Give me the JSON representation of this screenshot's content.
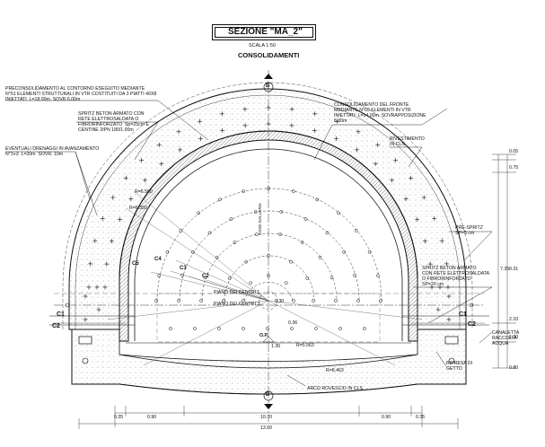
{
  "title": {
    "main": "SEZIONE \"MA_2\"",
    "scale": "SCALA 1:50",
    "subtitle": "CONSOLIDAMENTI"
  },
  "labels": {
    "preconsolidamento": "PRECONSOLIDAMENTO AL CONTORNO ESEGUITO MEDIANTE\nN°51 ELEMENTI STRUTTURALI IN VTR COSTITUITI DA 3 PIATTI 40X8\nINIETTATI  L=18.00m  SOVR.6.00m",
    "spritz_armato": "SPRITZ BETON ARMATO CON\nRETE ELETTROSALDATA O\nFIBRORINFORZATO  Sp=25cm E\nCENTINE 2IPN 180/1.00m",
    "drenaggi": "EVENTUALI DRENAGGI IN AVANZAMENTO\nN°3+3  L=20m  SOVR. 10m",
    "consolidamento_fronte": "CONSOLIDAMENTO DEL FRONTE\nMEDIANTE N°65 ELEMENTI IN VTR\nINIETTATI  L=14.00m  SOVRAPPOSIZIONE\n6.00m",
    "rivestimento": "RIVESTIMENTO\nIN CLS",
    "pre_spritz": "PRE-SPRITZ\nSP=5 cm",
    "spritz_rete": "SPRITZ BETON ARMATO\nCON RETE ELETTROSALDATA\nO FIBRORINFORZATO\nSP=20 cm",
    "canaletta": "CANALETTA\nRACCOLTA\nACQUA",
    "ripresa": "RIPRESA DI\nGETTO",
    "arco_rovescio": "ARCO ROVESCIO IN CLS",
    "asse_galleria": "ASSE GALLERIA",
    "piano_centri_1": "PIANO DEI CENTRI 1",
    "piano_centri_2": "PIANO DEI CENTRI 2",
    "c1": "C1",
    "c2": "C2",
    "c3": "C3",
    "c4": "C4",
    "c5": "C5",
    "section_b": "B",
    "op": "O.P.",
    "r_6500": "R=6.500",
    "r_6350": "R=6.350",
    "r_6463": "R=8.463",
    "r_5563": "R=5.563",
    "d_0_30": "0.30",
    "d_1_36": "1.36",
    "d_0_36": "0.36",
    "d_0_05": "0.05",
    "d_0_75": "0.75",
    "d_7_35": "7.35",
    "d_8_31": "8.31",
    "d_2_10": "2.10",
    "d_1_20": "1.20",
    "d_0_80": "0.80",
    "d_0_35": "0.35",
    "d_10_70": "10.70",
    "d_13_00": "13.00",
    "d_0_90": "0.90"
  },
  "colors": {
    "line": "#111111",
    "dash": "#444444",
    "fill": "#ffffff"
  }
}
